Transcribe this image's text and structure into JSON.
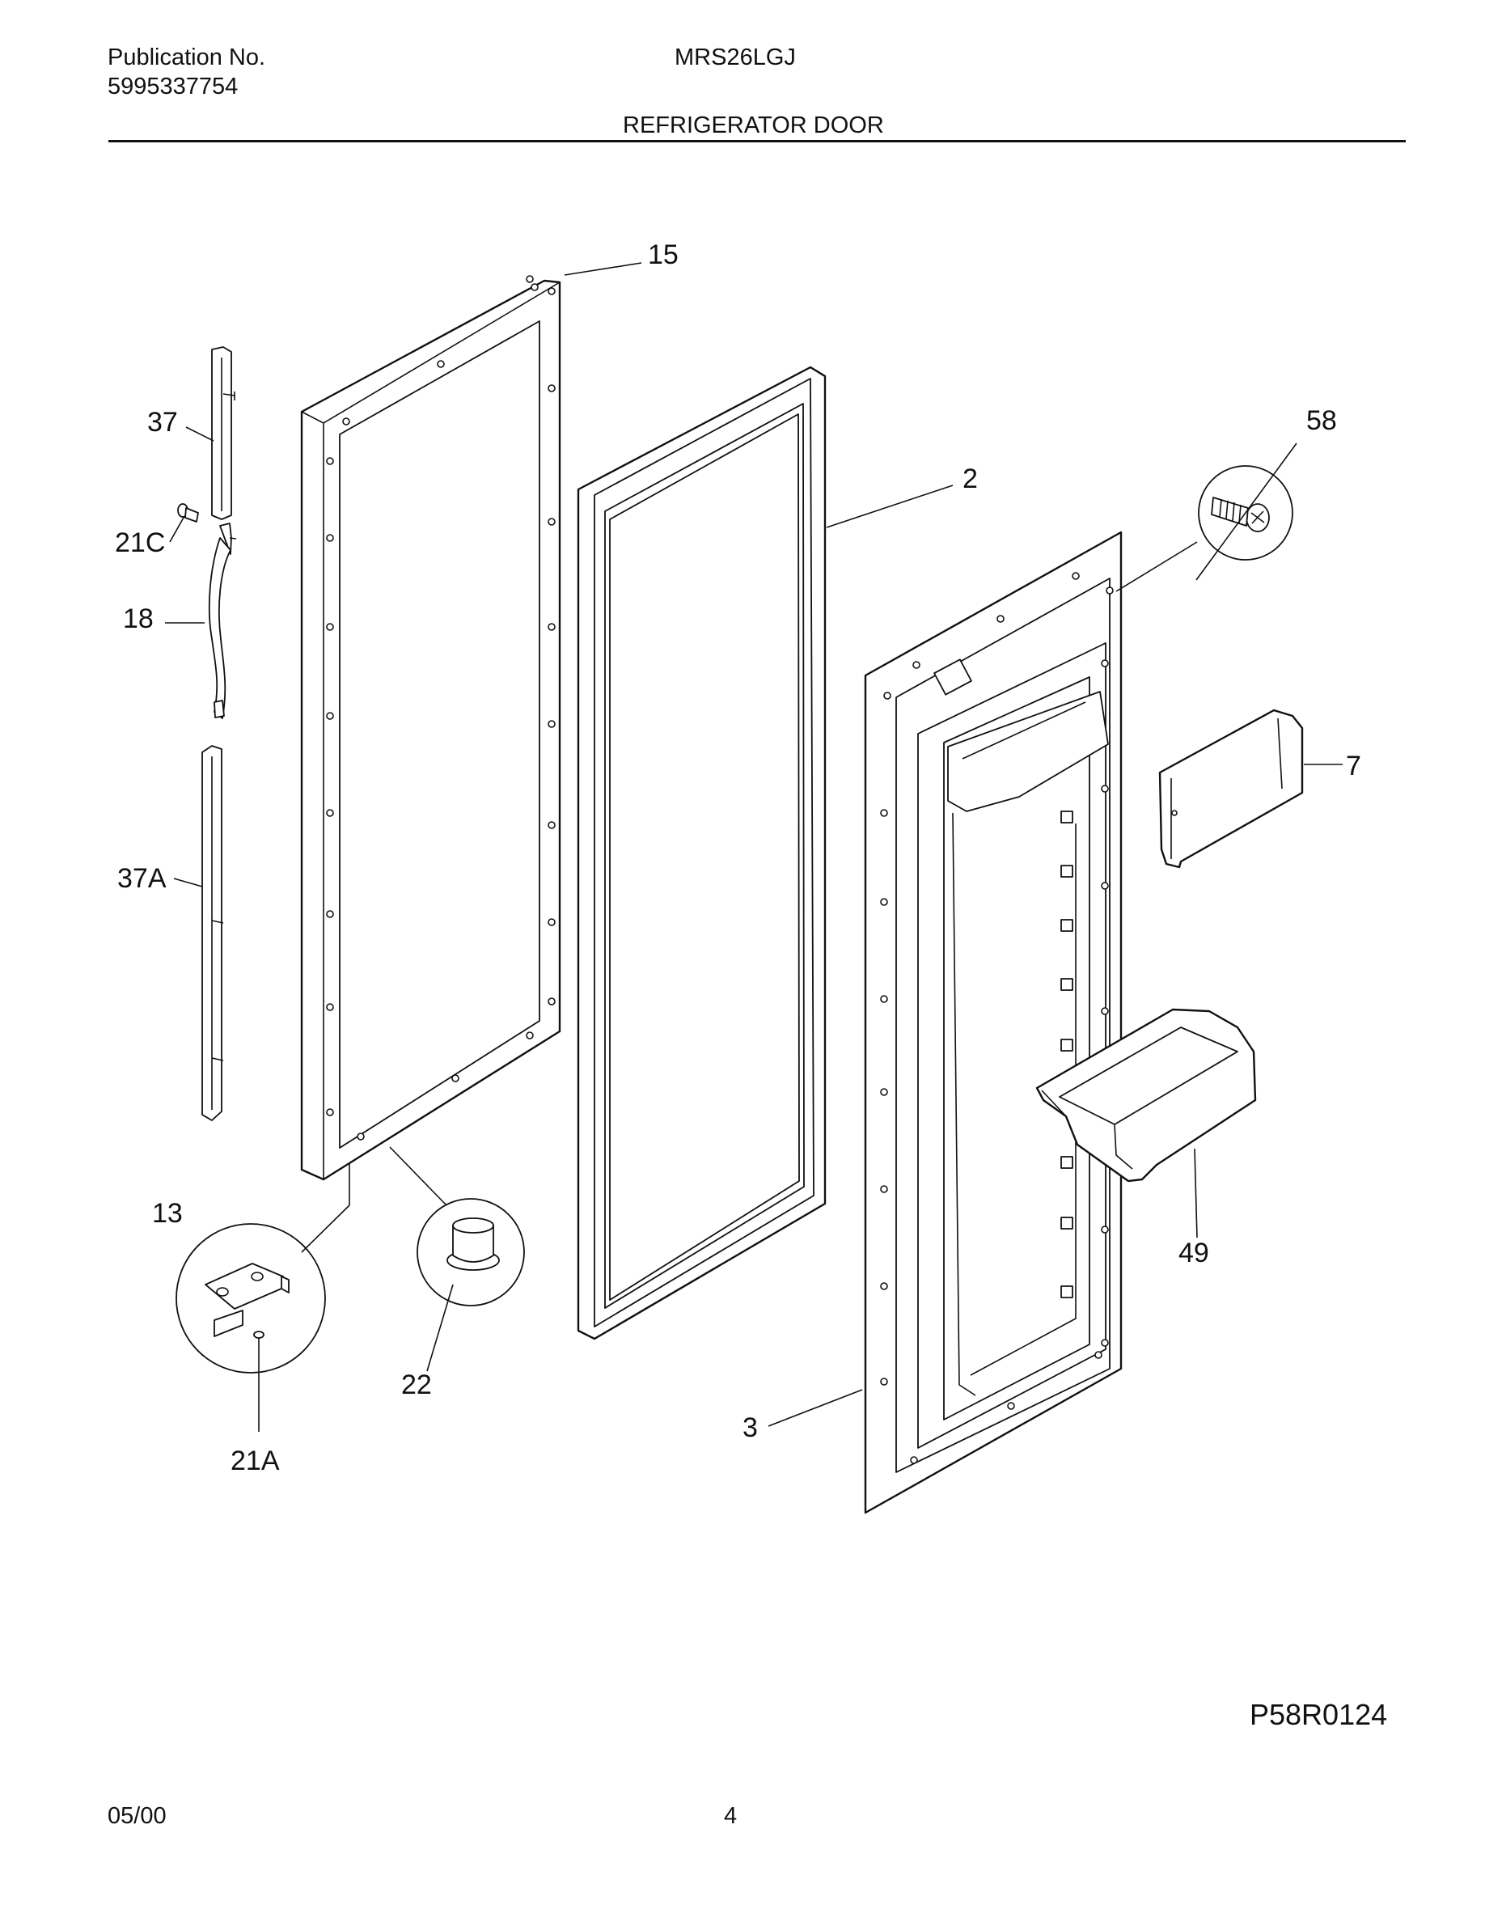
{
  "header": {
    "publication_label": "Publication No.",
    "publication_number": "5995337754",
    "model": "MRS26LGJ",
    "section_title": "REFRIGERATOR DOOR"
  },
  "callouts": {
    "c15": "15",
    "c37": "37",
    "c58": "58",
    "c2": "2",
    "c21c": "21C",
    "c18": "18",
    "c7": "7",
    "c37a": "37A",
    "c49": "49",
    "c13": "13",
    "c22": "22",
    "c3": "3",
    "c21a": "21A"
  },
  "diagram_code": "P58R0124",
  "footer": {
    "date": "05/00",
    "page": "4"
  }
}
